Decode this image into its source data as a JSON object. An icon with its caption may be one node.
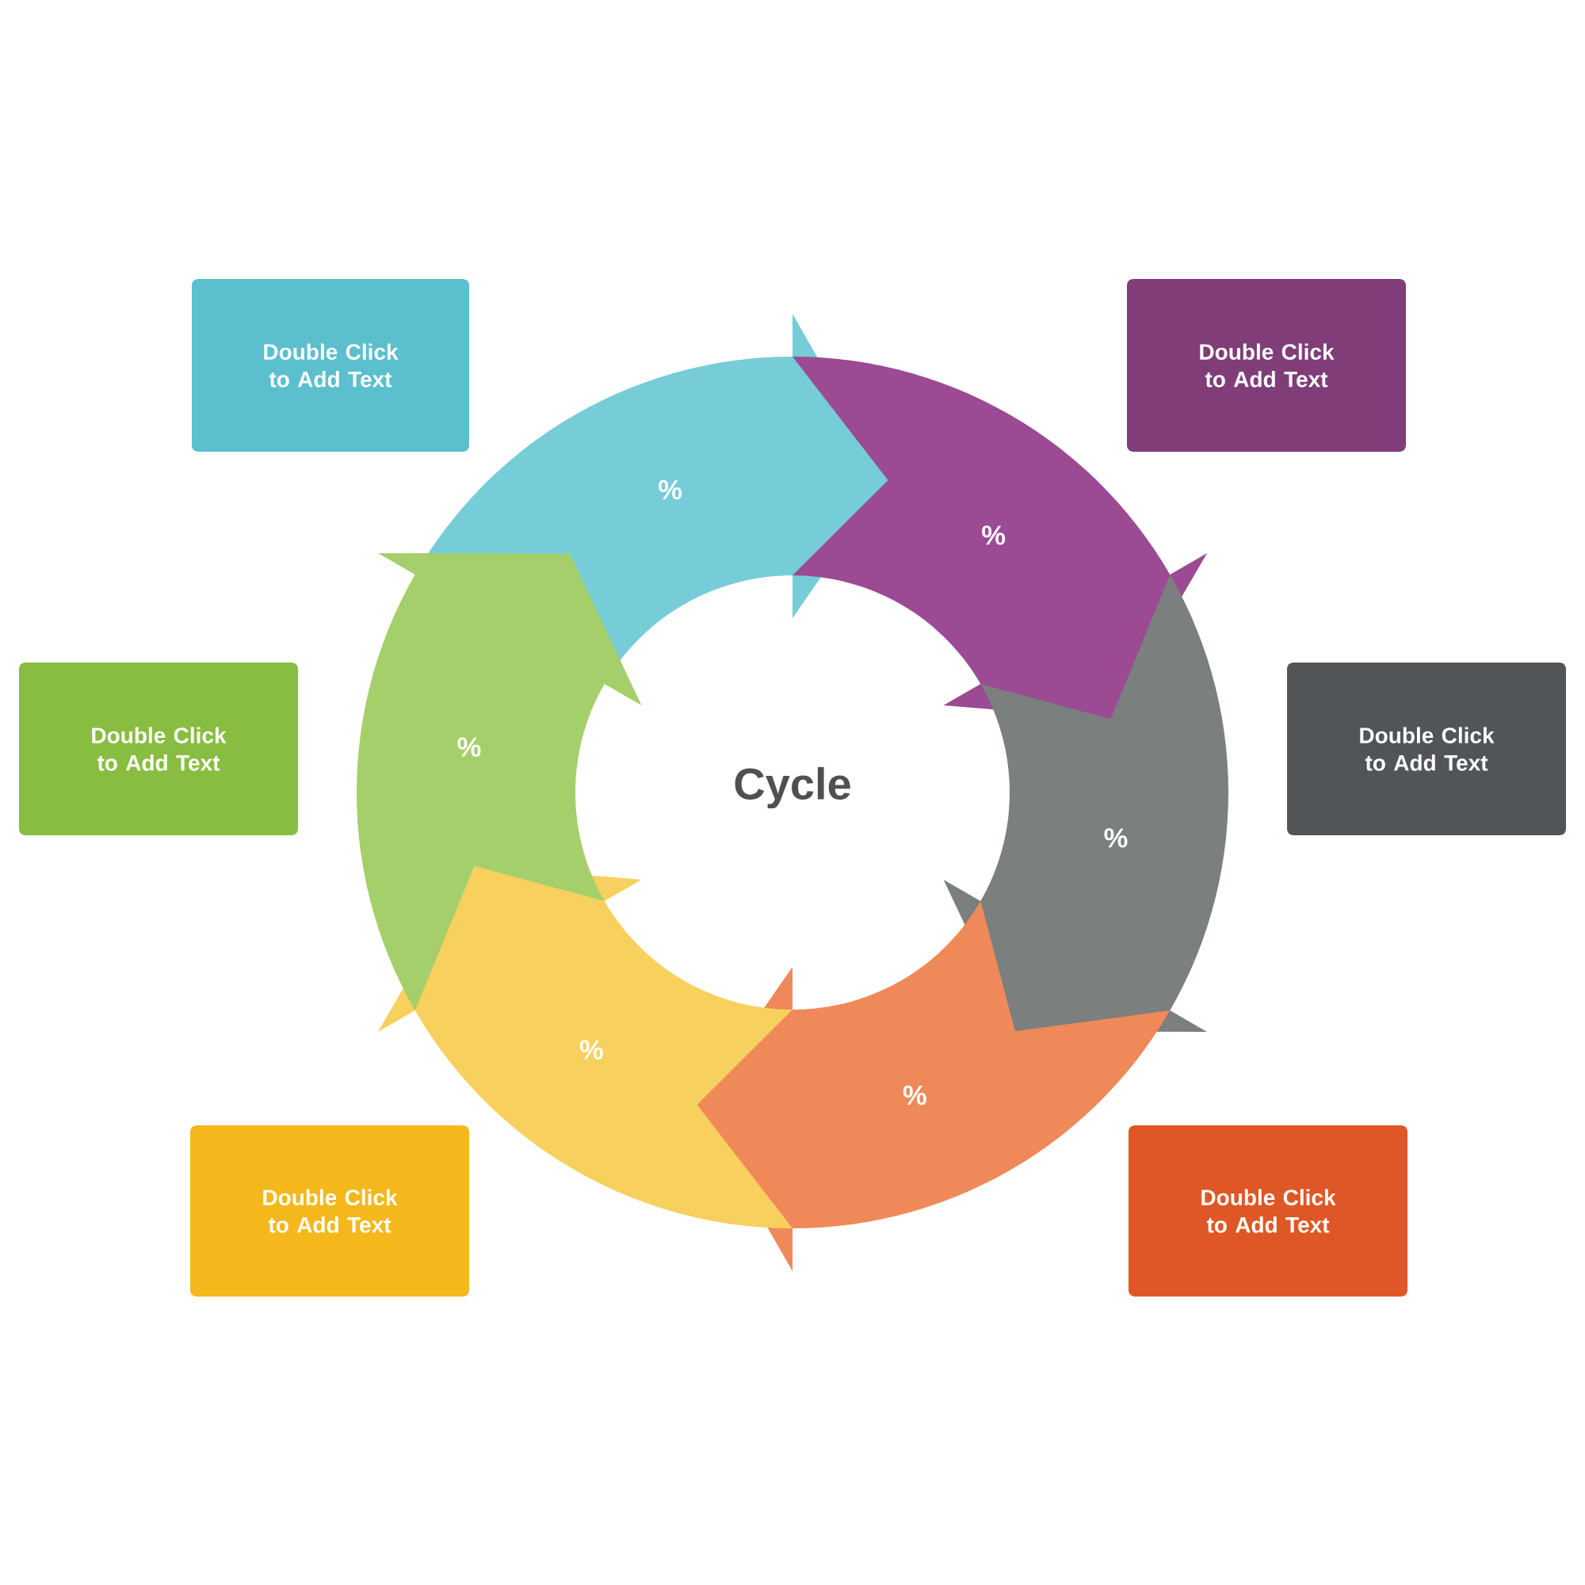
{
  "diagram": {
    "nodes": [
      {
        "text": [
          "Double Click to Add Text"
        ]
      },
      {
        "text": [
          "Double Click to Add Text"
        ]
      },
      {
        "text": [
          "Double Click to Add Text"
        ]
      },
      {
        "text": [
          "Double Click to Add Text"
        ]
      },
      {
        "text": [
          "Double Click to Add Text"
        ]
      },
      {
        "text": [
          "Double Click to Add Text"
        ]
      },
      {
        "text": [
          "%"
        ]
      },
      {
        "text": [
          "%"
        ]
      },
      {
        "text": [
          "%"
        ]
      },
      {
        "text": [
          "%"
        ]
      },
      {
        "text": [
          "%"
        ]
      },
      {
        "text": [
          "%"
        ]
      }
    ],
    "labels": [
      "Cycle"
    ]
  }
}
